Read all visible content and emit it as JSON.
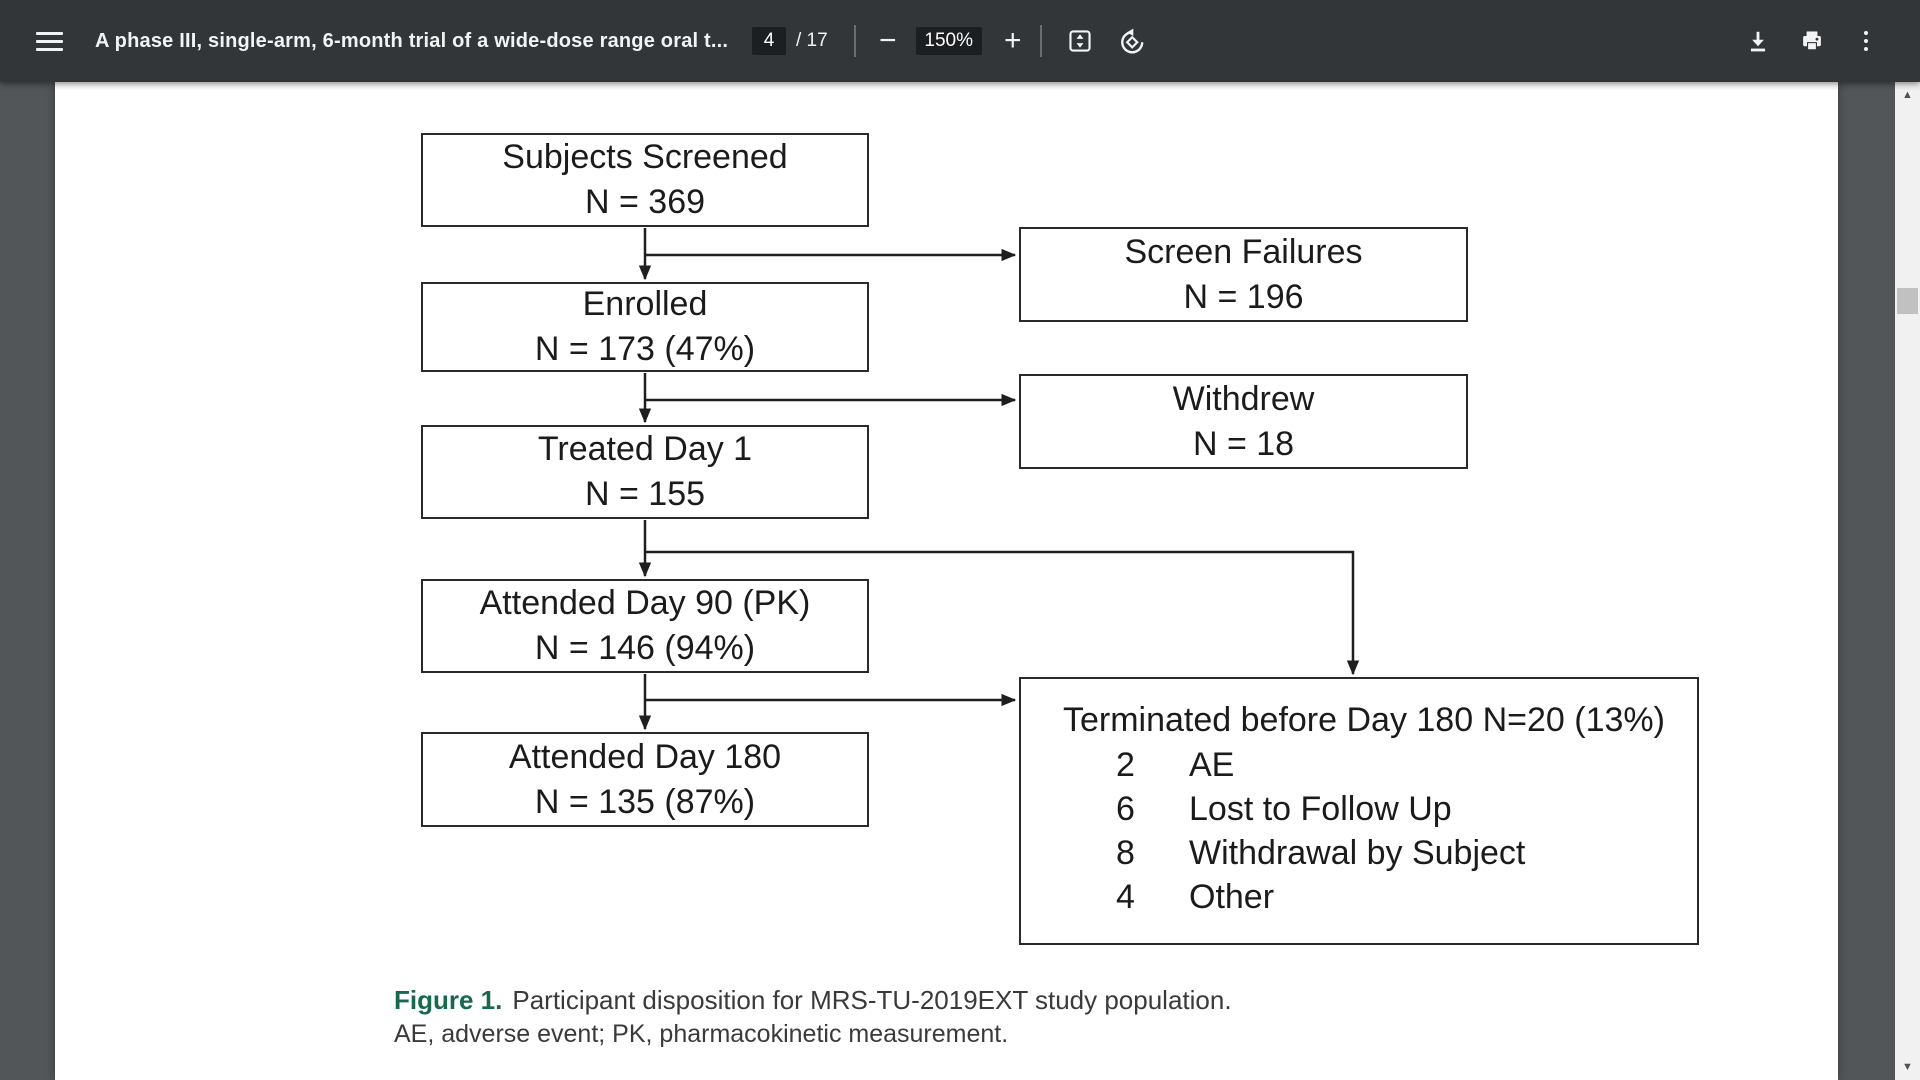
{
  "colors": {
    "toolbar_bg": "#323639",
    "toolbar_field_bg": "#1c1f21",
    "toolbar_icon": "#f1f3f4",
    "viewer_bg": "#525659",
    "page_bg": "#ffffff",
    "box_border": "#2a2a2a",
    "box_text": "#1b1b1b",
    "figure_label": "#17694b",
    "caption_text": "#3a3a3a",
    "scrollbar_track": "#f1f1f1",
    "scrollbar_thumb": "#c1c1c1",
    "scrollbar_arrow": "#505050"
  },
  "icons": {
    "menu": "☰",
    "zoom_out": "−",
    "zoom_in": "+",
    "fit_page": "▭⇕",
    "rotate_ccw": "⟲",
    "download": "⭳",
    "print": "⎙",
    "more": "⋮",
    "scroll_up": "▲",
    "scroll_down": "▼"
  },
  "toolbar": {
    "title": "A phase III, single-arm, 6-month trial of a wide-dose range oral t...",
    "page_current": "4",
    "page_total": "/ 17",
    "zoom_level": "150%"
  },
  "document": {
    "flowchart": {
      "screened": {
        "line1": "Subjects Screened",
        "line2": "N = 369"
      },
      "screen_failures": {
        "line1": "Screen Failures",
        "line2": "N = 196"
      },
      "enrolled": {
        "line1": "Enrolled",
        "line2": "N = 173 (47%)"
      },
      "withdrew": {
        "line1": "Withdrew",
        "line2": "N = 18"
      },
      "treated": {
        "line1": "Treated Day 1",
        "line2": "N = 155"
      },
      "day90": {
        "line1": "Attended Day 90 (PK)",
        "line2": "N = 146 (94%)"
      },
      "day180": {
        "line1": "Attended Day 180",
        "line2": "N = 135 (87%)"
      },
      "terminated": {
        "title": "Terminated before Day 180 N=20 (13%)",
        "reasons": [
          {
            "count": "2",
            "label": "AE"
          },
          {
            "count": "6",
            "label": "Lost to Follow Up"
          },
          {
            "count": "8",
            "label": "Withdrawal by Subject"
          },
          {
            "count": "4",
            "label": "Other"
          }
        ]
      }
    },
    "caption": {
      "figure_label": "Figure 1.",
      "text": "Participant disposition for MRS-TU-2019EXT study population.",
      "footnote": "AE, adverse event; PK, pharmacokinetic measurement."
    }
  }
}
